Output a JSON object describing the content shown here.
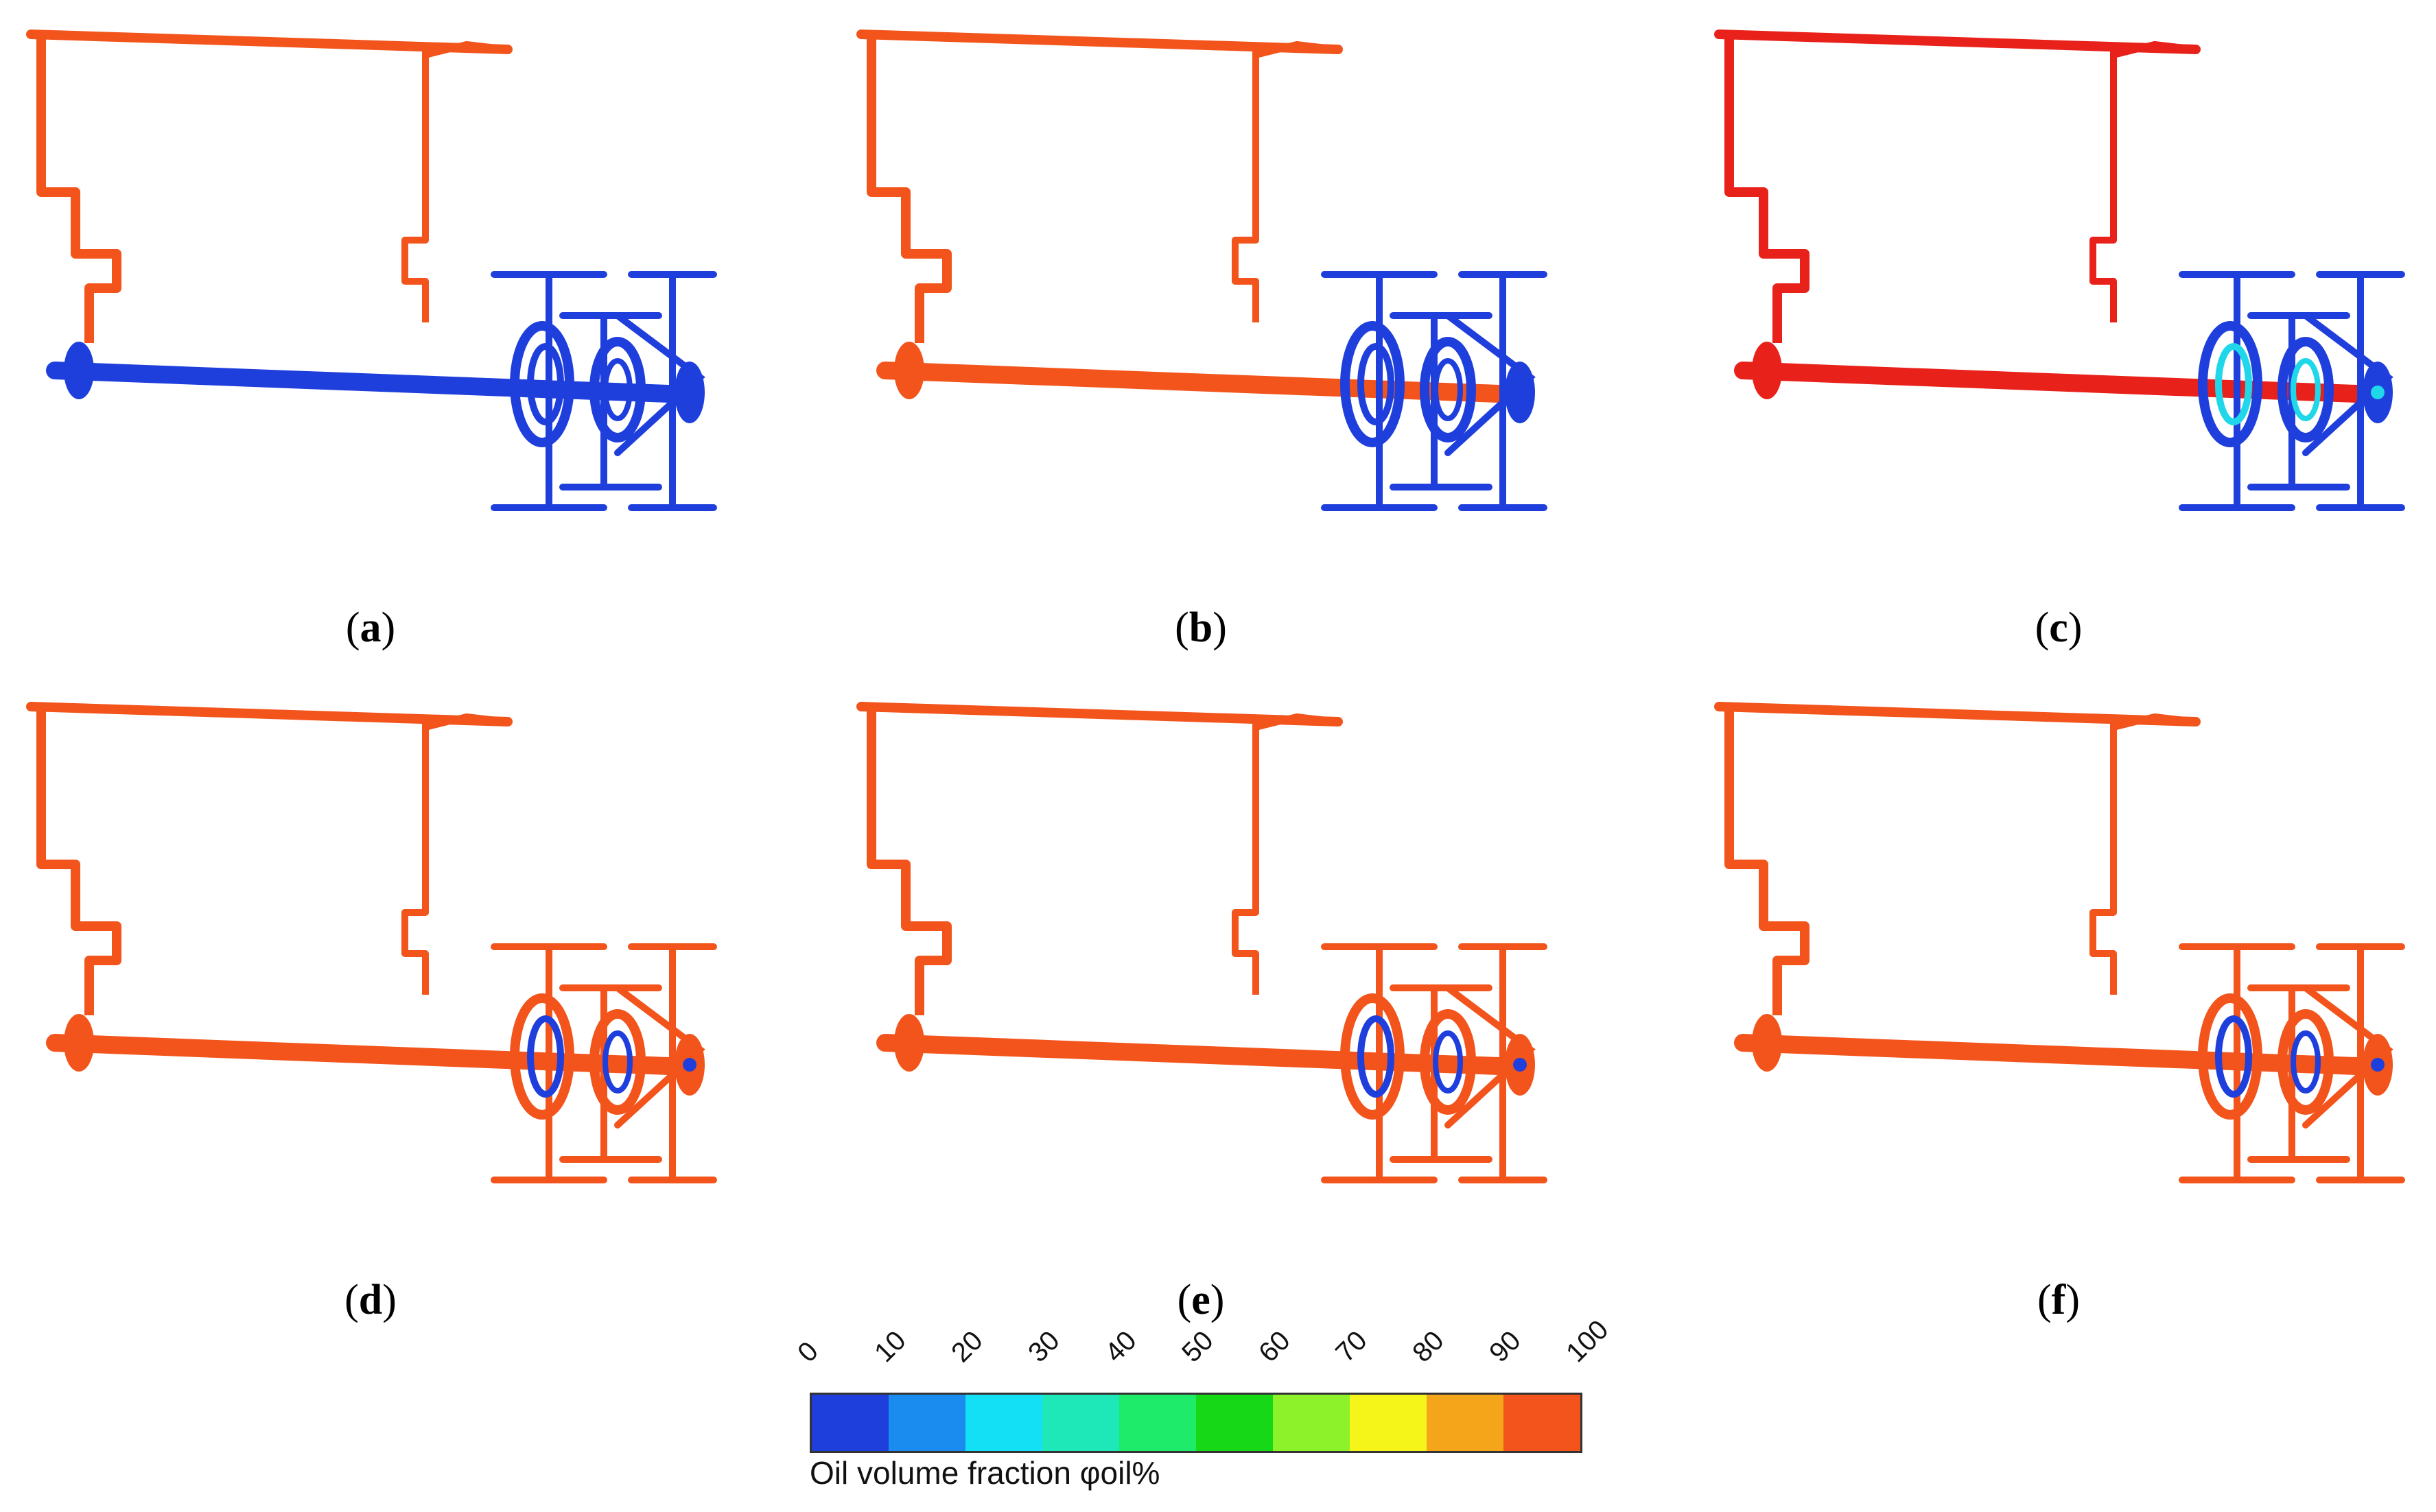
{
  "panels": [
    {
      "letter": "a",
      "frame_color": "#f2541c",
      "shaft_color": "#1f3fdc",
      "gear_color": "#1f3fdc",
      "accent_color": "#1f3fdc"
    },
    {
      "letter": "b",
      "frame_color": "#f2541c",
      "shaft_color": "#f2541c",
      "gear_color": "#1f3fdc",
      "accent_color": "#1f3fdc"
    },
    {
      "letter": "c",
      "frame_color": "#e8211a",
      "shaft_color": "#e8211a",
      "gear_color": "#1f3fdc",
      "accent_color": "#1fd7e8"
    },
    {
      "letter": "d",
      "frame_color": "#f2541c",
      "shaft_color": "#f2541c",
      "gear_color": "#f2541c",
      "accent_color": "#1f3fdc"
    },
    {
      "letter": "e",
      "frame_color": "#f2541c",
      "shaft_color": "#f2541c",
      "gear_color": "#f2541c",
      "accent_color": "#1f3fdc"
    },
    {
      "letter": "f",
      "frame_color": "#f2541c",
      "shaft_color": "#f2541c",
      "gear_color": "#f2541c",
      "accent_color": "#1f3fdc"
    }
  ],
  "legend": {
    "title": "Oil volume fraction φoil%",
    "ticks": [
      "0",
      "10",
      "20",
      "30",
      "40",
      "50",
      "60",
      "70",
      "80",
      "90",
      "100"
    ],
    "colors": [
      "#1f3fdc",
      "#1a8cf0",
      "#14e0f5",
      "#1fe8b8",
      "#1feb6a",
      "#17d817",
      "#8ef22a",
      "#f5f51a",
      "#f5a51a",
      "#f2541c"
    ]
  },
  "label_format": "({})"
}
